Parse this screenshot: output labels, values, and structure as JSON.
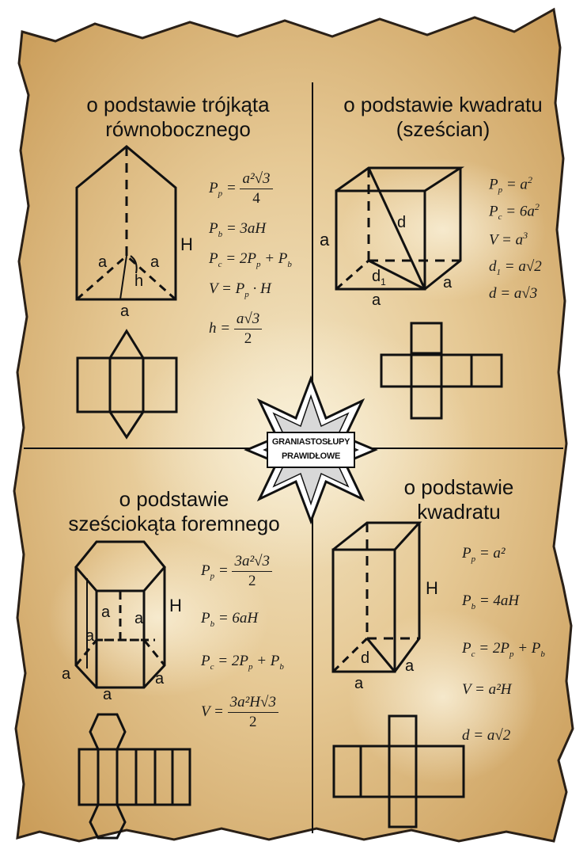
{
  "badge": {
    "line1": "GRANIASTOSŁUPY",
    "line2": "PRAWIDŁOWE"
  },
  "quadrants": {
    "triangle": {
      "title_line1": "o podstawie trójkąta",
      "title_line2": "równobocznego",
      "labels": {
        "H": "H",
        "a_left": "a",
        "a_right": "a",
        "h": "h",
        "a_bottom": "a"
      },
      "formulas": {
        "pp_lhs": "P",
        "pp_sub": "p",
        "pp_num": "a²√3",
        "pp_den": "4",
        "pb": "= 3aH",
        "pc": "= 2P",
        "pc_tail": "+ P",
        "v": "V = P",
        "v_tail": "· H",
        "h_lhs": "h =",
        "h_num": "a√3",
        "h_den": "2"
      }
    },
    "cube": {
      "title_line1": "o podstawie kwadratu",
      "title_line2": "(sześcian)",
      "labels": {
        "a_left": "a",
        "d": "d",
        "d1": "d",
        "a_right": "a",
        "a_bottom": "a"
      },
      "formulas": {
        "pp": "= a",
        "pc": "= 6a",
        "v": "V = a",
        "d1": "= a√2",
        "d": "d = a√3"
      }
    },
    "hexagon": {
      "title_line1": "o podstawie",
      "title_line2": "sześciokąta foremnego",
      "labels": {
        "H": "H",
        "a1": "a",
        "a2": "a",
        "a3": "a",
        "a4": "a",
        "a5": "a",
        "a6": "a"
      },
      "formulas": {
        "pp_num": "3a²√3",
        "pp_den": "2",
        "pb": "= 6aH",
        "pc": "= 2P",
        "pc_tail": "+ P",
        "v_lhs": "V =",
        "v_num": "3a²H√3",
        "v_den": "2"
      }
    },
    "square": {
      "title_line1": "o podstawie",
      "title_line2": "kwadratu",
      "labels": {
        "H": "H",
        "d": "d",
        "a_right": "a",
        "a_bottom": "a"
      },
      "formulas": {
        "pp": "= a²",
        "pb": "= 4aH",
        "pc": "= 2P",
        "pc_tail": "+ P",
        "v": "V = a²H",
        "d": "d = a√2"
      }
    }
  },
  "colors": {
    "parchment": "#d9b679",
    "parchment_light": "#f1e1bd",
    "ink": "#111111"
  }
}
